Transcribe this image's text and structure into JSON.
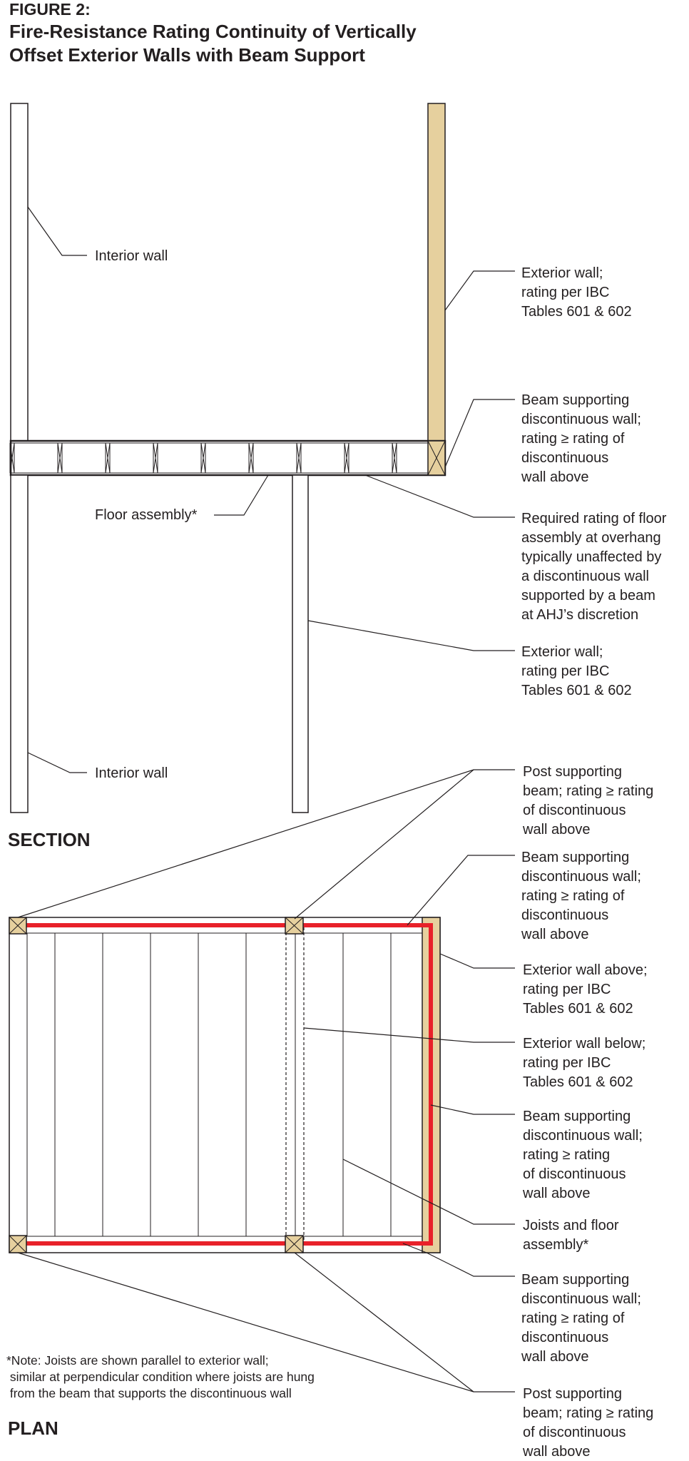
{
  "figure_label": "FIGURE 2:",
  "title": [
    "Fire-Resistance Rating Continuity of Vertically",
    "Offset Exterior Walls with Beam Support"
  ],
  "colors": {
    "exterior_wall_fill": "#e6d09e",
    "rating_line": "#e8212a",
    "line": "#231f20"
  },
  "section": {
    "heading": "SECTION",
    "labels": {
      "interior_wall_top": [
        "Interior wall"
      ],
      "exterior_wall_top": [
        "Exterior wall;",
        "rating per IBC",
        "Tables 601 & 602"
      ],
      "beam": [
        "Beam supporting",
        "discontinuous wall;",
        "rating ≥ rating of",
        "discontinuous",
        "wall above"
      ],
      "floor_assembly": [
        "Floor assembly*"
      ],
      "floor_rating": [
        "Required rating of floor",
        "assembly at overhang",
        "typically unaffected by",
        "a discontinuous wall",
        "supported by a beam",
        "at AHJ’s discretion"
      ],
      "exterior_wall_below": [
        "Exterior wall;",
        "rating per IBC",
        "Tables 601 & 602"
      ],
      "interior_wall_bottom": [
        "Interior wall"
      ]
    }
  },
  "plan": {
    "heading": "PLAN",
    "labels": {
      "post_top": [
        "Post supporting",
        "beam; rating ≥ rating",
        "of discontinuous",
        "wall above"
      ],
      "beam_top": [
        "Beam supporting",
        "discontinuous wall;",
        "rating ≥ rating of",
        "discontinuous",
        "wall above"
      ],
      "exterior_wall_above": [
        "Exterior wall above;",
        "rating per IBC",
        "Tables 601 & 602"
      ],
      "exterior_wall_below": [
        "Exterior wall below;",
        "rating per IBC",
        "Tables 601 & 602"
      ],
      "beam_right": [
        "Beam supporting",
        "discontinuous wall;",
        "rating ≥ rating",
        "of discontinuous",
        "wall above"
      ],
      "joists": [
        "Joists and floor",
        "assembly*"
      ],
      "beam_bottom": [
        "Beam supporting",
        "discontinuous wall;",
        "rating ≥ rating of",
        "discontinuous",
        "wall above"
      ],
      "post_bottom": [
        "Post supporting",
        "beam; rating ≥ rating",
        "of discontinuous",
        "wall above"
      ]
    },
    "note": [
      "*Note: Joists are shown parallel to exterior wall;",
      " similar at perpendicular condition where joists are hung",
      " from the beam that supports the discontinuous wall"
    ]
  }
}
